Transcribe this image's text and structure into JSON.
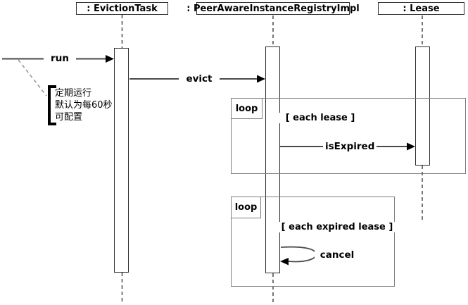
{
  "diagram": {
    "type": "uml-sequence-diagram",
    "participants": [
      {
        "label": ": EvictionTask"
      },
      {
        "label": ": PeerAwareInstanceRegistryImpl"
      },
      {
        "label": ": Lease"
      }
    ],
    "messages": {
      "run": "run",
      "evict": "evict",
      "is_expired": "isExpired",
      "cancel": "cancel"
    },
    "loops": [
      {
        "operator": "loop",
        "guard": "[ each lease ]"
      },
      {
        "operator": "loop",
        "guard": "[ each expired lease ]"
      }
    ],
    "note": {
      "lines": [
        "定期运行",
        "默认为每60秒",
        "可配置"
      ]
    },
    "colors": {
      "message_line": "#4a4a4a",
      "frame_border": "#7d7d7d",
      "lifeline": "#555555",
      "note_line": "#999999",
      "text": "#000000",
      "background": "#ffffff"
    }
  }
}
